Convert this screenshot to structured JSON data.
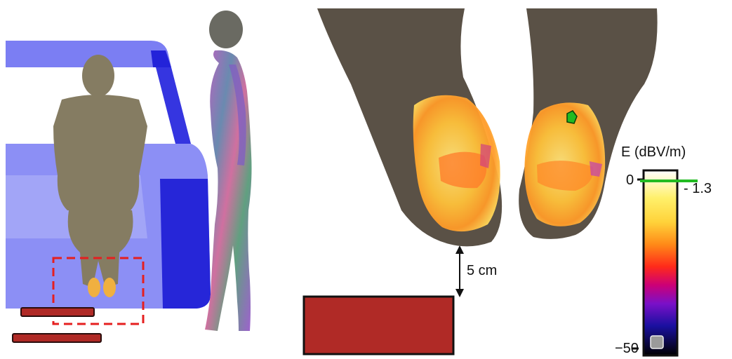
{
  "colorbar": {
    "title": "E (dBV/m)",
    "max_label": "0",
    "min_label": "−50",
    "marker_label": "- 1.3",
    "marker_value": -1.3,
    "marker_color": "#22bb22",
    "stops": [
      "#ffffff",
      "#fff06a",
      "#ffd23a",
      "#ff8a18",
      "#ff2a1a",
      "#cc0077",
      "#7a10c8",
      "#1a10a0",
      "#000000"
    ]
  },
  "distance": {
    "label": "5 cm"
  },
  "colors": {
    "plate": "#b02a26",
    "car_body": "#7b7ef3",
    "car_dark": "#2323d9",
    "skin": "#857c62",
    "foot": "#5a5146",
    "highlight_box": "#e51f1f"
  }
}
